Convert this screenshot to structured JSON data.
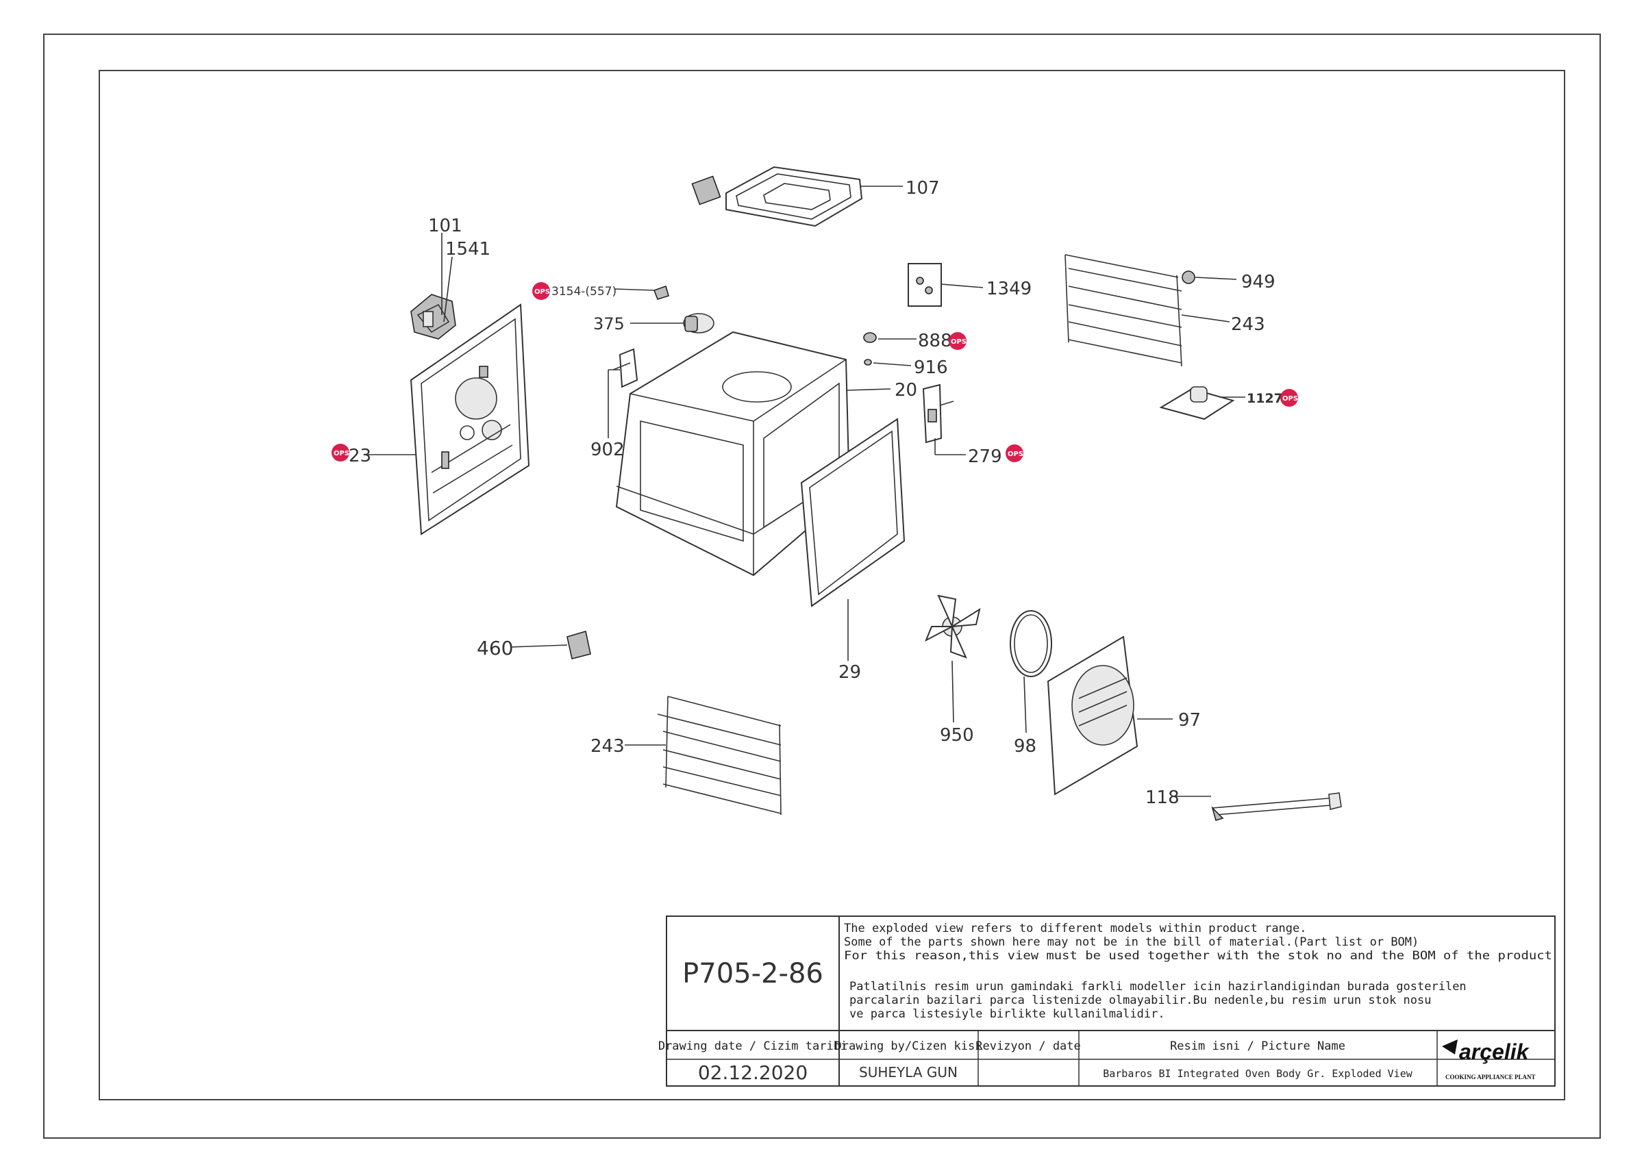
{
  "labels": {
    "p107": "107",
    "p101": "101",
    "p1541": "1541",
    "p3154": "3154-(557)",
    "p375": "375",
    "p1349": "1349",
    "p949": "949",
    "p243_top": "243",
    "p888": "888",
    "p916": "916",
    "p20": "20",
    "p1127": "1127",
    "p279": "279",
    "p902": "902",
    "p23": "23",
    "p460": "460",
    "p29": "29",
    "p950": "950",
    "p98": "98",
    "p97": "97",
    "p243_bottom": "243",
    "p118": "118"
  },
  "ops_badge": "OPS",
  "title_block": {
    "code": "P705-2-86",
    "note_en": [
      "The exploded view refers to different models within product range.",
      "Some of the parts shown here may not be in the bill of material.(Part list or BOM)",
      "For this reason,this view must be used together with the stok no and the BOM of the product"
    ],
    "note_tr": [
      "Patlatilnis resim urun gamindaki farkli modeller icin hazirlandigindan burada gosterilen",
      "parcalarin bazilari parca listenizde olmayabilir.Bu nedenle,bu resim urun stok nosu",
      "ve parca listesiyle birlikte kullanilmalidir."
    ],
    "drawing_date_label": "Drawing date / Cizim tarihi",
    "drawing_date": "02.12.2020",
    "drawn_by_label": "Drawing by/Cizen kisi",
    "drawn_by": "SUHEYLA GUN",
    "revision_label": "Revizyon / date",
    "revision": "",
    "picture_name_label": "Resim isni / Picture Name",
    "picture_name": "Barbaros BI Integrated Oven Body Gr. Exploded View",
    "brand": "arçelik",
    "brand_sub": "COOKING APPLIANCE PLANT"
  }
}
